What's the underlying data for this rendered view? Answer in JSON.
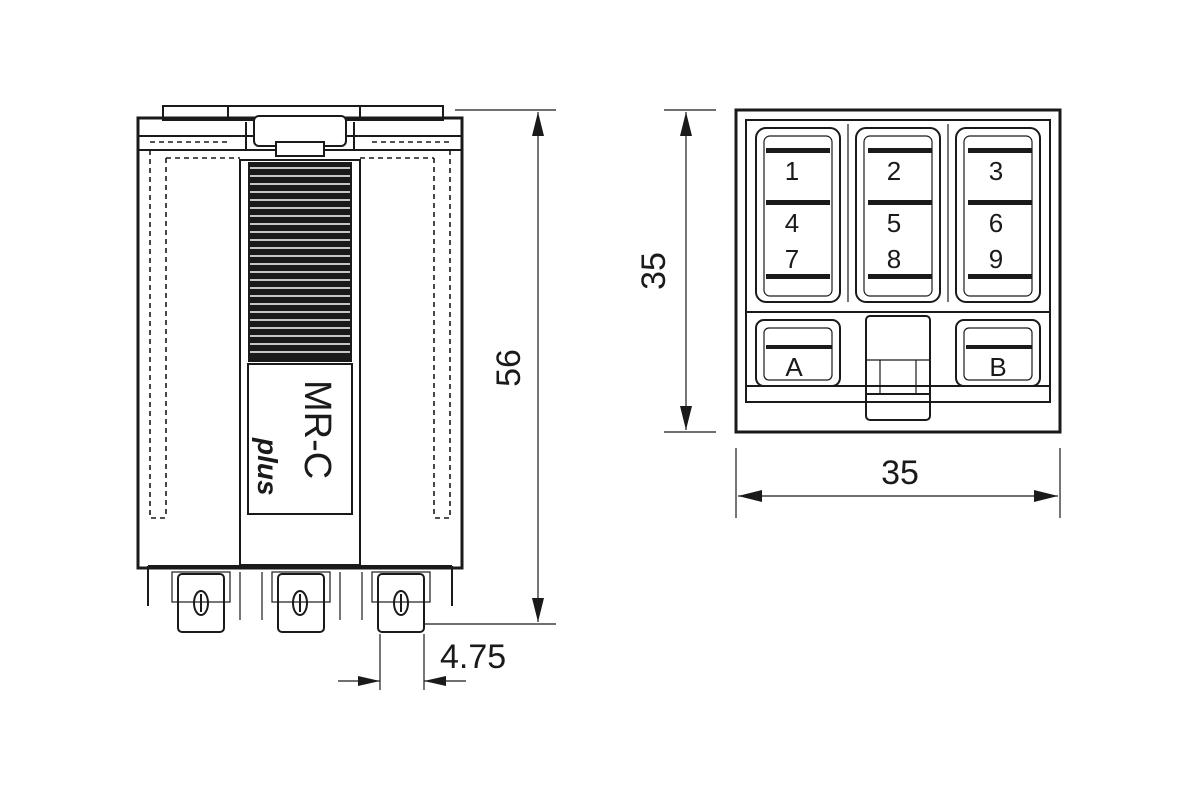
{
  "side_view": {
    "brand": "MR-C",
    "brand_sub": "plus",
    "height_dim": "56",
    "pin_pitch_dim": "4.75"
  },
  "bottom_view": {
    "height_dim": "35",
    "width_dim": "35",
    "pins": [
      "1",
      "2",
      "3",
      "4",
      "5",
      "6",
      "7",
      "8",
      "9"
    ],
    "coil_pins": [
      "A",
      "B"
    ]
  }
}
